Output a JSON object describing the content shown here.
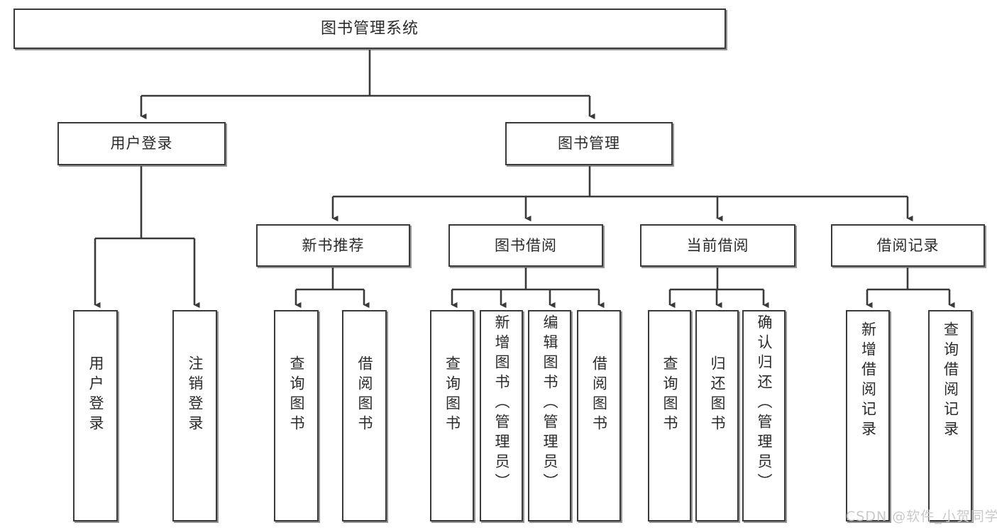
{
  "diagram": {
    "title": "图书管理系统",
    "type": "tree",
    "stroke_color": "#3a3a3a",
    "text_color": "#2b2b2b",
    "background": "#ffffff"
  },
  "nodes": {
    "root": {
      "label": "图书管理系统"
    },
    "level2": [
      {
        "label": "用户登录"
      },
      {
        "label": "图书管理"
      }
    ],
    "level3": [
      {
        "label": "新书推荐"
      },
      {
        "label": "图书借阅"
      },
      {
        "label": "当前借阅"
      },
      {
        "label": "借阅记录"
      }
    ],
    "leaves": {
      "user_login": [
        {
          "label": "用户登录"
        },
        {
          "label": "注销登录"
        }
      ],
      "new_book": [
        {
          "label": "查询图书"
        },
        {
          "label": "借阅图书"
        }
      ],
      "book_borrow": [
        {
          "label": "查询图书"
        },
        {
          "label": "新增图书（管理员）"
        },
        {
          "label": "编辑图书（管理员）"
        },
        {
          "label": "借阅图书"
        }
      ],
      "current_borrow": [
        {
          "label": "查询图书"
        },
        {
          "label": "归还图书"
        },
        {
          "label": "确认归还（管理员）"
        }
      ],
      "borrow_record": [
        {
          "label": "新增借阅记录"
        },
        {
          "label": "查询借阅记录"
        }
      ]
    }
  },
  "watermark": {
    "text": "CSDN @软件_小贺同学"
  }
}
